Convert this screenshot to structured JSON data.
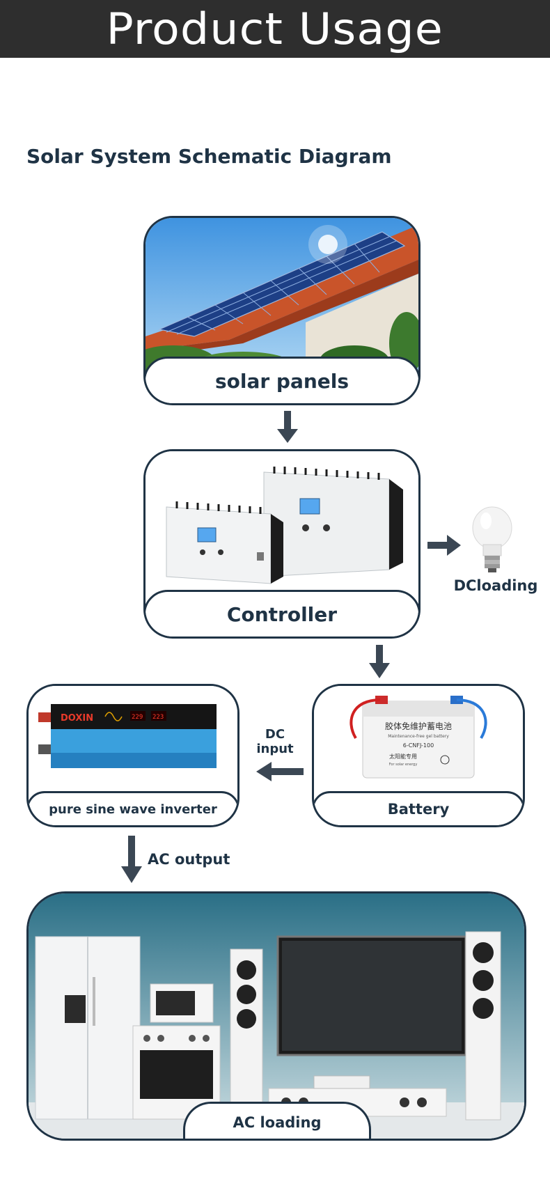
{
  "header": {
    "title": "Product Usage"
  },
  "section": {
    "title": "Solar System Schematic Diagram"
  },
  "nodes": {
    "solar_panels": "solar panels",
    "controller": "Controller",
    "dc_loading": "DCloading",
    "inverter": "pure sine wave inverter",
    "battery": "Battery",
    "ac_loading": "AC loading"
  },
  "connectors": {
    "dc_input_line1": "DC",
    "dc_input_line2": "input",
    "ac_output": "AC output"
  },
  "inverter_display": {
    "brand": "DOXIN",
    "input_reading": "229",
    "output_reading": "223"
  },
  "battery_print": {
    "line1": "胶体免维护蓄电池",
    "line2": "Maintenance-free gel battery",
    "line3": "6-CNFJ-100",
    "line4": "太阳能专用",
    "line5": "For solar energy"
  },
  "colors": {
    "header_bg": "#2e2e2e",
    "accent_navy": "#1f3345",
    "arrow": "#3b4754",
    "inverter_blue": "#2a8fd0"
  }
}
